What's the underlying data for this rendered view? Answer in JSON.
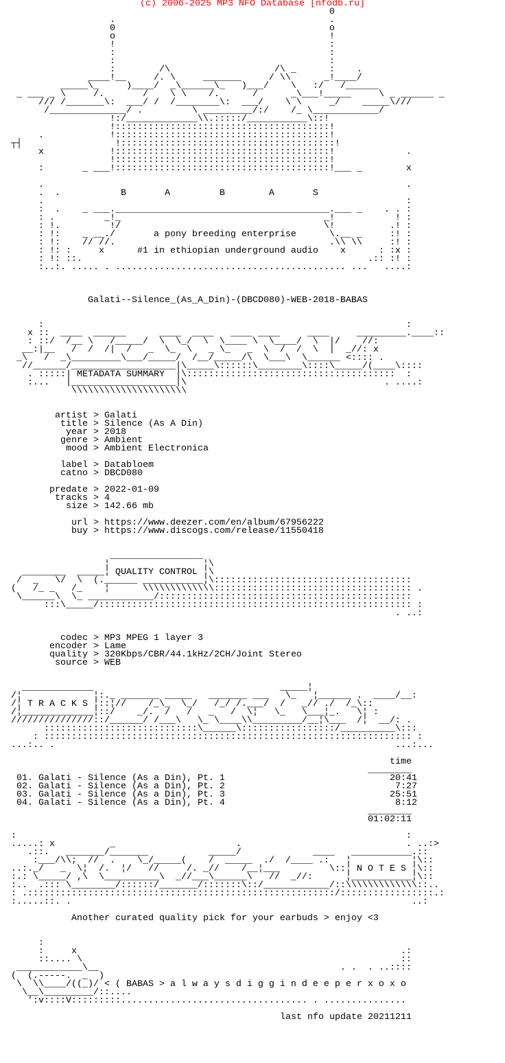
{
  "header": "(c) 2006-2025 MP3 NFO Database [nfodb.ru]",
  "logo_top": [
    "                                                            0",
    "                    .                                       .",
    "                    0                                       o",
    "                    o                                       !",
    "                    !                                       :",
    "                    :                                       :",
    "                    :                                       :",
    "                    :        /\\                   /\\ _      :    .",
    "                ____!__     /. \\     _______     / \\\\      _!____/",
    "           _____\\_     )____/  _\\______\\_   )___/    \\   :/   /______",
    "   _ ___ _ \\     /.       /    \\ \\    /.      /      _\\___!_____     \\ _ ______ _",
    "       /// /_______\\:  ___/ /  /________\\:  ___/    \\ \\     _/    _____\\///",
    "        /______________/ .         \\ _________/:/    /_ \\____________/",
    "                    !:/_____________\\\\.:::::/___________\\::!",
    "                    !:::::::::::::::::::::::::::::::::::::::!",
    "       .            !:::::::::::::::::::::::::::::::::::::::!",
    "  ┬┤                 !:::::::::::::::::::::::::::::::::::::::!",
    "       x            !:::::::::::::::::::::::::::::::::::::::!             .",
    "                    !:::::::::::::::::::::::::::::::::::::::!",
    "       :       _ ___!:::::::::::::::::::::::::::::::::::::::!___ _        x",
    "",
    "       .                                                                  .",
    "       .  .           B       A         B        A       S",
    "       .                                                                  :",
    "       :  .    _ ___._______________________________________.___ _    . . :",
    "       : .         _!_                                     _!           ! :",
    "       : !.         !/                                     \\!          .! :",
    "       : !:    _ __./       a pony breeding enterprise      \\.__ _     :! :",
    "       : !:    // //.                                       .\\\\ \\\\     :! :",
    "       : !: :     x      #1 in ethiopian underground audio    x      : :x :",
    "       : !: ::.                                                    .:: :! :",
    "       :..:. ..... . .......................................... ...   ....:"
  ],
  "release_name": "Galati--Silence_(As_A_Din)-(DBCD080)-WEB-2018-BABAS",
  "metadata_logo": [
    "       :                                                                  :",
    "     x ::  ____  ______      ____  ____   ____ ____     ____     _________.____::",
    "     : ::/  /__ \\   /_____/  \\  \\_/  \\  \\____ \\  \\____/  \\  |/    //:",
    "    __:|__   /  /  /|  /   _  \\_  \\   _ \\_   _  \\  /  /  \\  |  _//: x",
    "   _\\   /  _\\_________\\___/_____/  /__/_____/\\  \\___\\  \\______ <:::: .",
    "    //______/___________________|\\_____\\::::::\\________\\::::\\_____/(____\\::::",
    "     . :::::| METADATA SUMMARY  |\\::::::::::::::::::::::::::::::::::::::  :",
    "     :...   |___________________|\\                                    . ....:",
    "             \\\\\\\\\\\\\\\\\\\\\\\\\\\\\\\\\\\\\\\\\\"
  ],
  "metadata": {
    "artist": {
      "label": "artist",
      "value": "Galati"
    },
    "title": {
      "label": "title",
      "value": "Silence (As A Din)"
    },
    "year": {
      "label": "year",
      "value": "2018"
    },
    "genre": {
      "label": "genre",
      "value": "Ambient"
    },
    "mood": {
      "label": "mood",
      "value": "Ambient Electronica"
    },
    "label": {
      "label": "label",
      "value": "Databloem"
    },
    "catno": {
      "label": "catno",
      "value": "DBCD080"
    },
    "predate": {
      "label": "predate",
      "value": "2022-01-09"
    },
    "tracks": {
      "label": "tracks",
      "value": "4"
    },
    "size": {
      "label": "size",
      "value": "142.66 mb"
    },
    "url": {
      "label": "url",
      "value": "https://www.deezer.com/en/album/67956222"
    },
    "buy": {
      "label": "buy",
      "value": "https://www.discogs.com/release/11550418"
    },
    "separator": ">"
  },
  "quality_logo": [
    "                    _________________",
    "                   ¦                 ¦\\",
    "    ________  _____¦ QUALITY CONTROL ¦\\",
    "   /  _   \\/  \\  (.______ ___________¦\\::::::::::::::::::::::::::::::::::::",
    "  (   /_ _   /_    ¦      \\\\\\\\\\\\\\\\\\\\\\\\\\:::::::::::::::::::::::::::::::::::: .",
    "   \\______\\  \\_ ____________/::::::::::::::::::::::::::::::::::::::::::::::",
    "        :::\\_____/::::::::::::::::::::::::::::::::::::::::::::::::::::::::: :",
    "                                                                        . ..:"
  ],
  "quality": {
    "codec": {
      "label": "codec",
      "value": "MP3 MPEG 1 layer 3"
    },
    "encoder": {
      "label": "encoder",
      "value": "Lame"
    },
    "quality": {
      "label": "quality",
      "value": "320Kbps/CBR/44.1kHz/2CH/Joint Stereo"
    },
    "source": {
      "label": "source",
      "value": "WEB"
    }
  },
  "tracks_logo": [
    "    _____________                                  _____¦",
    "  /¦             ¦:._ _______ _____   _______ ___   \\_   ¦______ .  ____/__:",
    "  /¦ T R A C K S ¦::¦//    /_\\_  \\_/   /_/ /.___/  /   _// ./  /_\\::",
    "  /¦_____________¦::/    _/.  /   /   _   /  \\¦   \\_   \\___¦_.   \\¦ :",
    "  ///////////////::/______/ /___\\   \\_ \\____\\\\_________/__¦\\___  /¦  __/: .",
    "        ::::::::::::::::::::::::::::\\______\\:::::::::::::::::/__________\\:::",
    "      : ::::::::::::::::::::::::::::::::::::::::::::::::::::::::::::::::::: :",
    "  ...:.. .                                                              ...:..."
  ],
  "tracklist": {
    "time_header": "time",
    "rule": "________",
    "tracks": [
      {
        "title": "01. Galati - Silence (As a Din), Pt. 1",
        "time": "20:41"
      },
      {
        "title": "02. Galati - Silence (As a Din), Pt. 2",
        "time": "7:27"
      },
      {
        "title": "03. Galati - Silence (As a Din), Pt. 3",
        "time": "25:51"
      },
      {
        "title": "04. Galati - Silence (As a Din), Pt. 4",
        "time": "8:12"
      }
    ],
    "total": "01:02:11"
  },
  "notes_logo": [
    "  :                                                                       :",
    "  .....: x          _                      .                              . ..:>",
    "     .::.   _______/_______           _____/             ____   ___________.::",
    "      :___/\\\\;  //  .    \\_/_____(    /  _____  ./  /____ .:   ¦           ¦\\::",
    "  ..:._/   _  \\¦  /.  ¦/   //     /. _//    /__¦___         \\::¦ N O T E S ¦\\::",
    "  :.: \\_____/ ,\\  \\__________\\  _//___\\______\\   //  _//:      ¦___________¦\\::",
    "  :..  .::: \\________/::::::/_______/:::::::\\::/____________/::\\\\\\\\\\\\\\\\\\\\\\\\\\::..",
    "  : .::::::::::::::::::::::::::::::::::::::::::::::::::::::::/:::::::::::::::::.:",
    "  :.....::. .                                                              ..:"
  ],
  "notes_text": "Another curated quality pick for your earbuds > enjoy <3",
  "footer_logo": [
    "       :",
    "       :     x                                                           .:",
    "       ::.... \\                                                          ::",
    "   ____________\\__                                            . .  . ..::::",
    "  (  (.-----.  _  )",
    "   \\  \\\\____/((_)/ < ( BABAS > a l w a y s d i g g i n d e e p e r x o x o",
    "    \\__\\_________/::....",
    "     ':v::::V:::::::::.................................. . ..............."
  ],
  "last_update": "last nfo update 20211211"
}
